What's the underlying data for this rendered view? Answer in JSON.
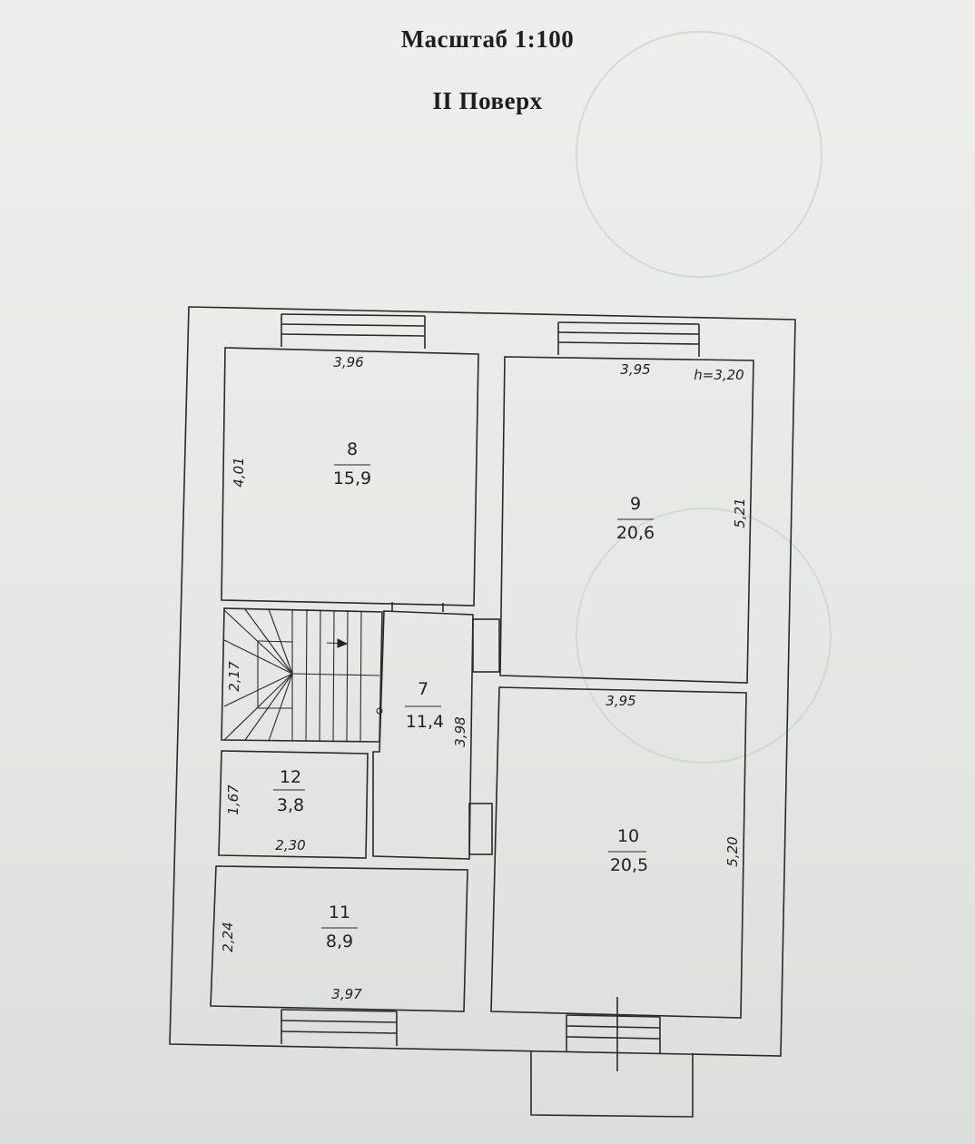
{
  "header": {
    "scale": "Масштаб 1:100",
    "floor": "II Поверх"
  },
  "ceiling_height": "h=3,20",
  "rooms": [
    {
      "number": "8",
      "area": "15,9",
      "dims": [
        "3,96",
        "4,01"
      ]
    },
    {
      "number": "9",
      "area": "20,6",
      "dims": [
        "3,95",
        "5,21"
      ]
    },
    {
      "number": "7",
      "area": "11,4",
      "dims": [
        "3,98"
      ]
    },
    {
      "number": "12",
      "area": "3,8",
      "dims": [
        "1,67",
        "2,30"
      ]
    },
    {
      "number": "10",
      "area": "20,5",
      "dims": [
        "3,95",
        "5,20"
      ]
    },
    {
      "number": "11",
      "area": "8,9",
      "dims": [
        "2,24",
        "3,97"
      ]
    }
  ],
  "stairs": {
    "dim": "2,17"
  }
}
